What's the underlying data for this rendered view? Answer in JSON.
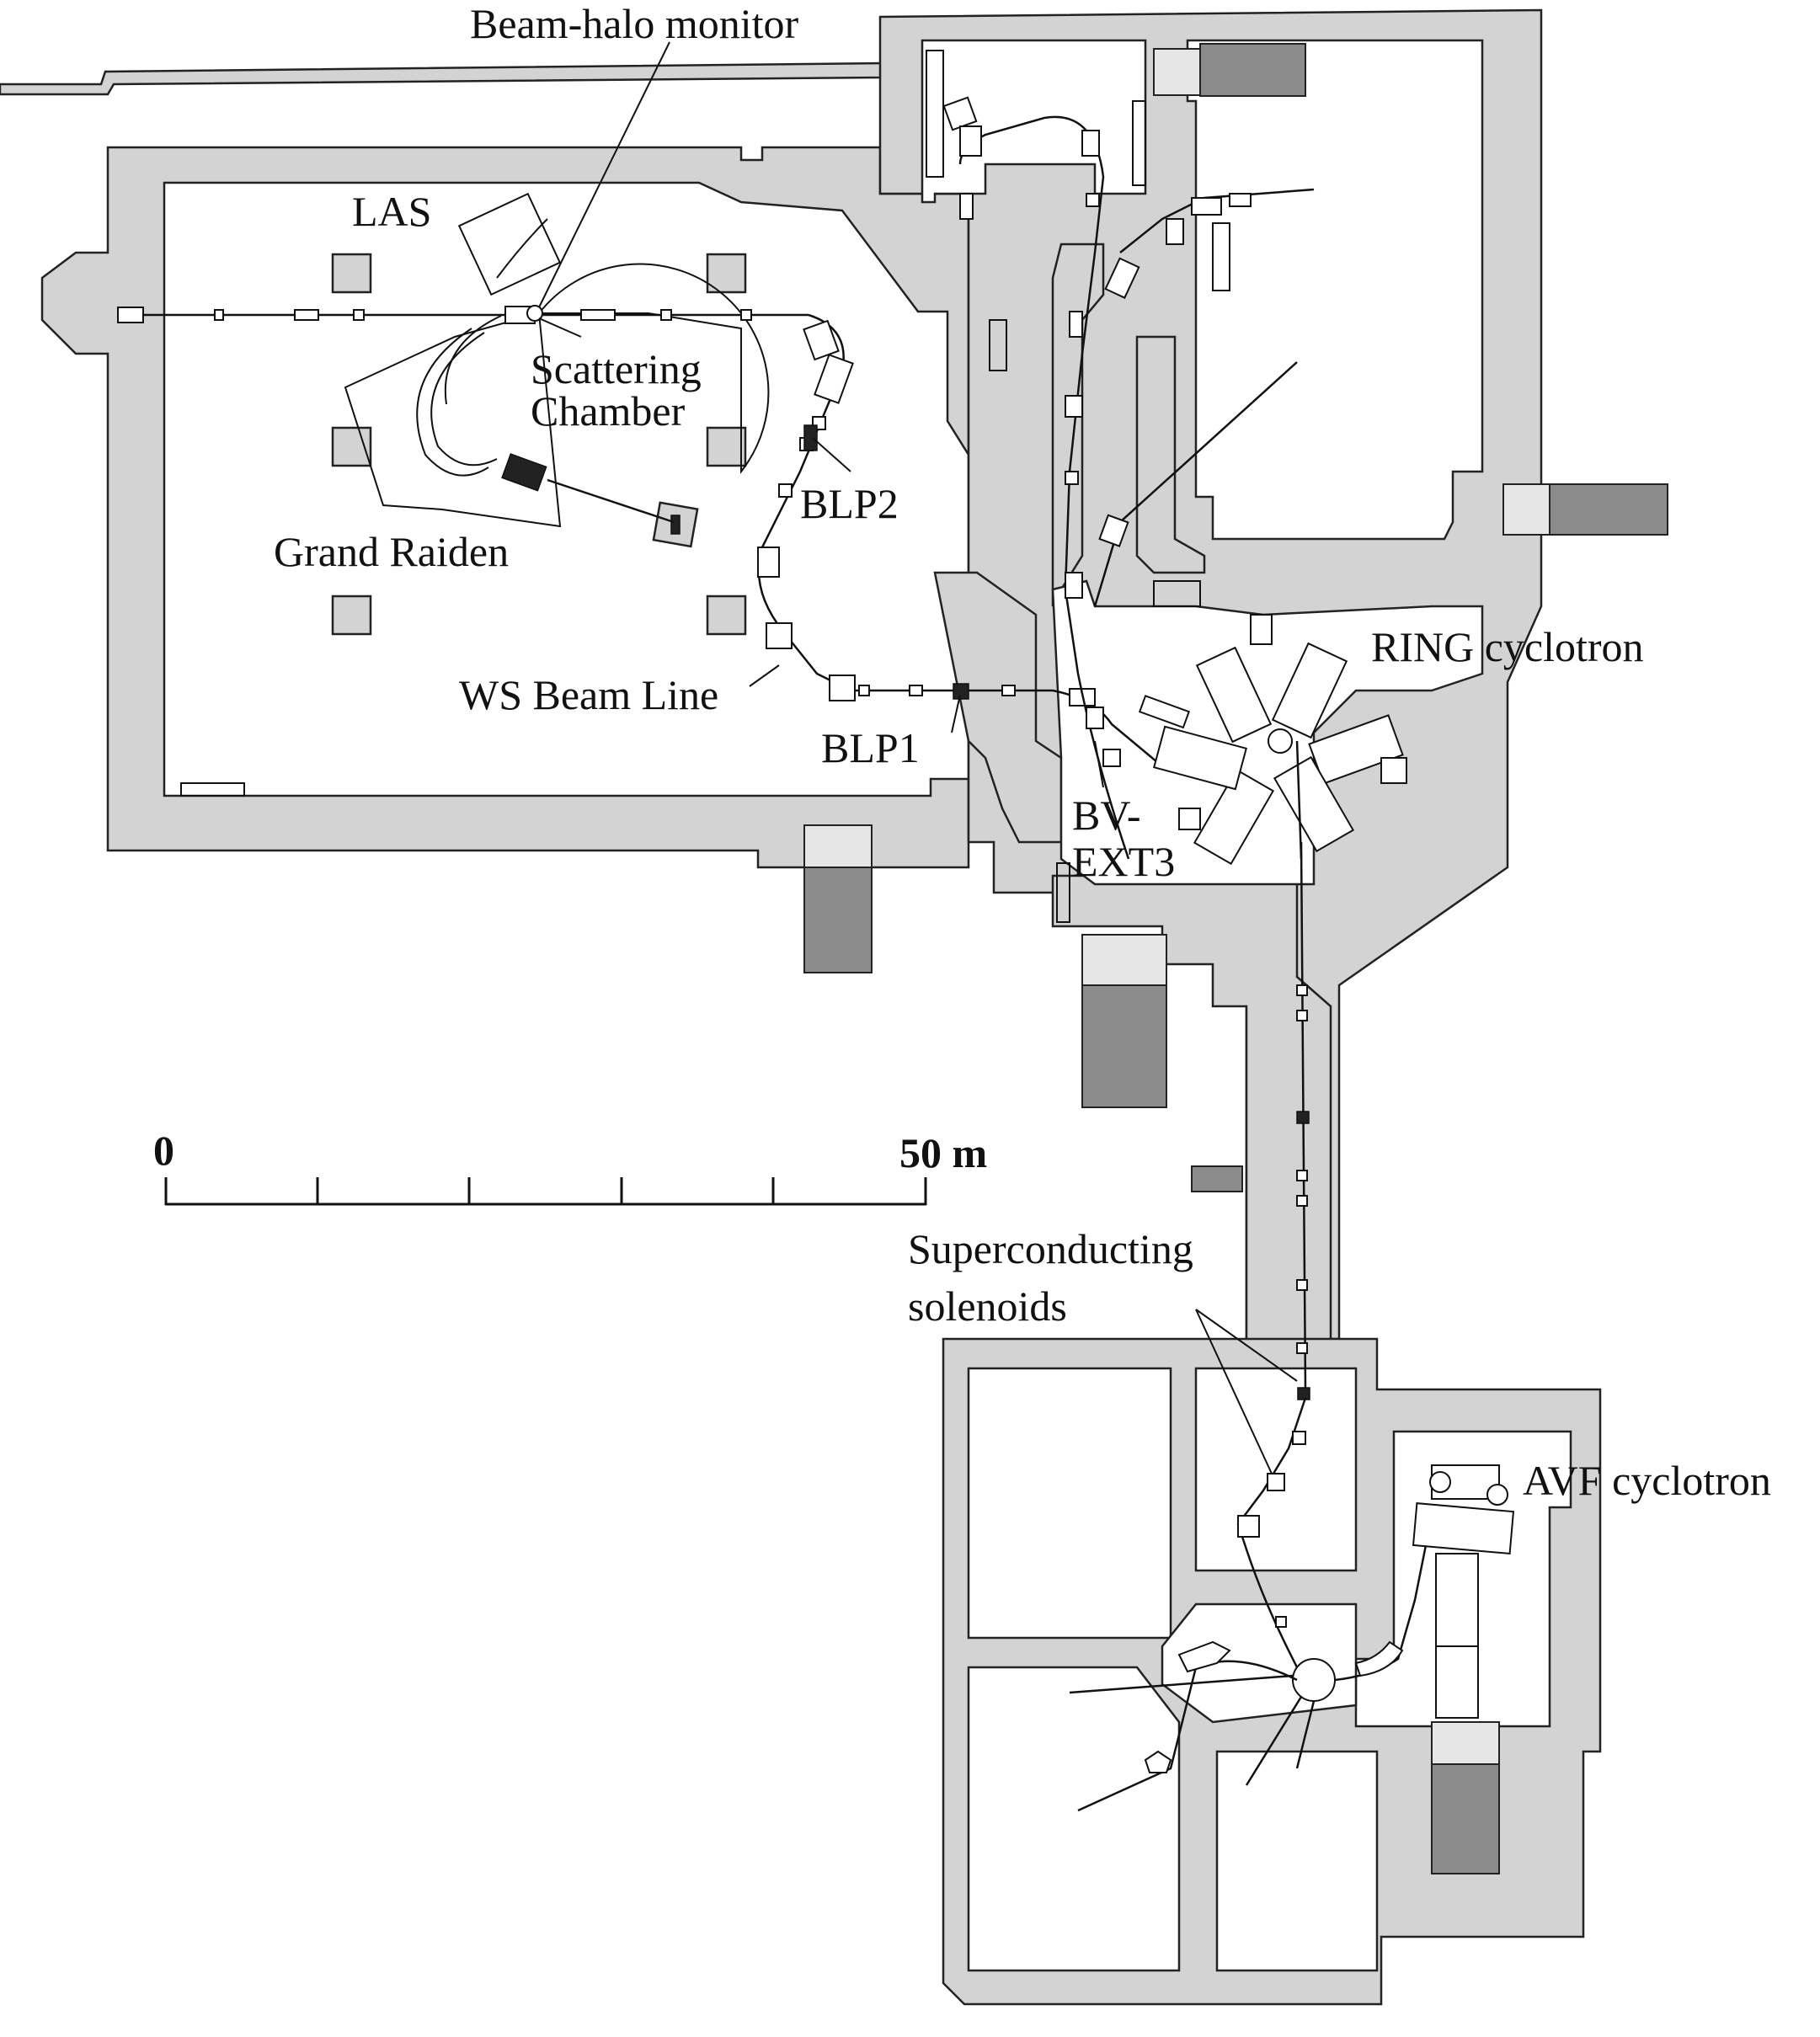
{
  "labels": {
    "beam_halo_monitor": "Beam-halo monitor",
    "las": "LAS",
    "scattering_chamber_line1": "Scattering",
    "scattering_chamber_line2": "Chamber",
    "blp2": "BLP2",
    "grand_raiden": "Grand Raiden",
    "ws_beam_line": "WS Beam Line",
    "blp1": "BLP1",
    "ring_cyclotron": "RING cyclotron",
    "bv_ext3_line1": "BV-",
    "bv_ext3_line2": "EXT3",
    "superconducting_line1": "Superconducting",
    "superconducting_line2": "solenoids",
    "avf_cyclotron": "AVF cyclotron"
  },
  "scale_bar": {
    "start_label": "0",
    "end_label": "50 m",
    "length_m": 50,
    "divisions": 5
  },
  "colors": {
    "wall": "#d3d3d3",
    "outline": "#222222",
    "door_shield": "#8c8c8c"
  }
}
